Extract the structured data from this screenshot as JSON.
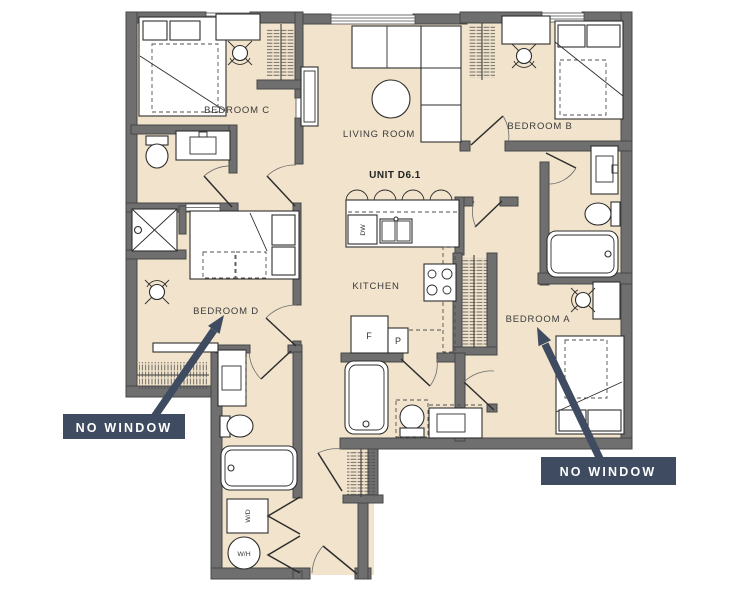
{
  "unit_label": "UNIT D6.1",
  "rooms": {
    "bedroom_c": "BEDROOM C",
    "living_room": "LIVING ROOM",
    "bedroom_b": "BEDROOM B",
    "kitchen": "KITCHEN",
    "bedroom_d": "BEDROOM D",
    "bedroom_a": "BEDROOM A"
  },
  "appliances": {
    "dishwasher": "DW",
    "fridge": "F",
    "pantry": "P",
    "washer_dryer": "W/D",
    "water_heater": "W/H"
  },
  "callouts": [
    {
      "label": "NO WINDOW"
    },
    {
      "label": "NO WINDOW"
    }
  ],
  "colors": {
    "floor": "#f2e4cc",
    "wall": "#6f6f6f",
    "wall_edge": "#474747",
    "callout_bg": "#3e4b60",
    "callout_text": "#ffffff",
    "line": "#2e2e2e",
    "label": "#3a3a3a"
  }
}
